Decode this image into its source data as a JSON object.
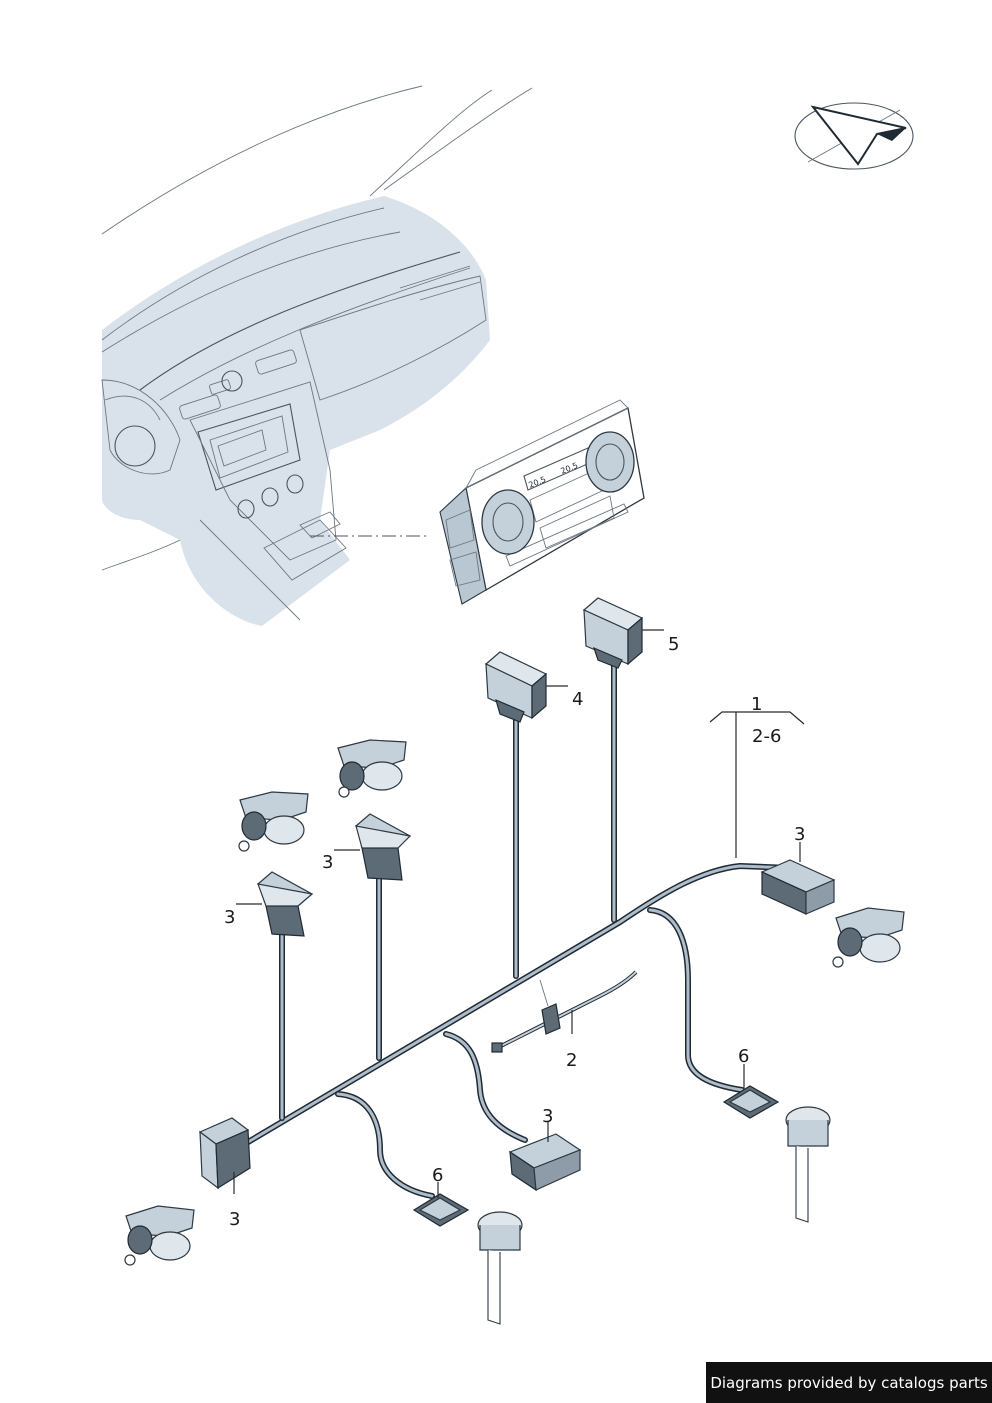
{
  "diagram": {
    "callouts": {
      "main": "1",
      "range": "2-6",
      "clip": "2",
      "connector_a": "3",
      "connector_b": "3",
      "connector_c": "3",
      "connector_d": "3",
      "connector_e": "3",
      "plug_4": "4",
      "plug_5": "5",
      "sensor_a": "6",
      "sensor_b": "6"
    },
    "control_panel": {
      "temp_left": "20.5",
      "temp_right": "20.5"
    }
  },
  "footer": {
    "text": "Diagrams provided by catalogs parts"
  }
}
